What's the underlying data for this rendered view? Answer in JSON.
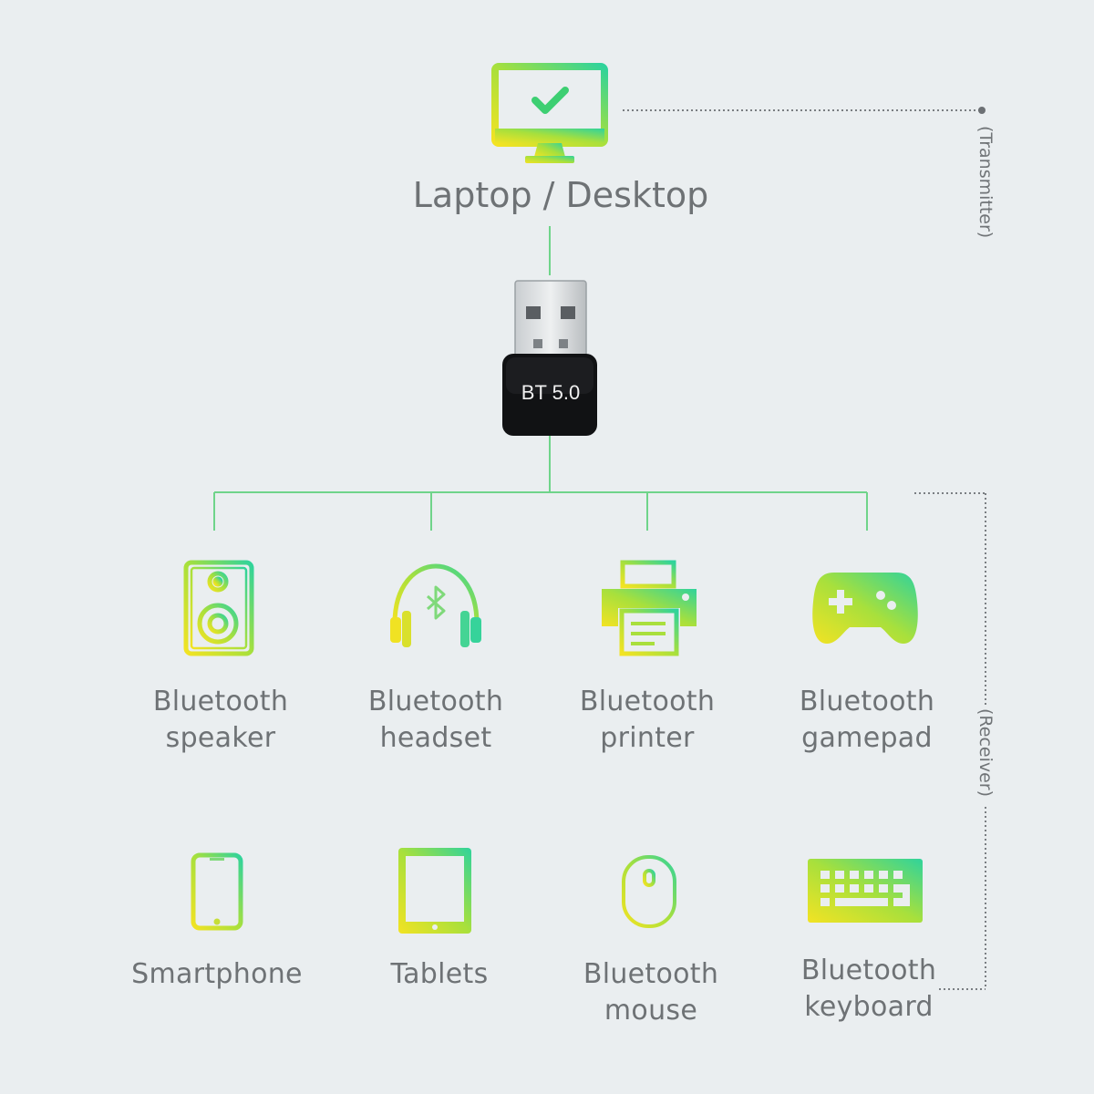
{
  "source": {
    "label": "Laptop / Desktop",
    "icon": "monitor-check-icon"
  },
  "adapter": {
    "label": "BT 5.0",
    "icon": "usb-dongle-icon"
  },
  "roles": {
    "transmitter": "(Transmitter)",
    "receiver": "(Receiver)"
  },
  "devices": [
    {
      "line1": "Bluetooth",
      "line2": "speaker",
      "icon": "speaker-icon"
    },
    {
      "line1": "Bluetooth",
      "line2": "headset",
      "icon": "headset-icon"
    },
    {
      "line1": "Bluetooth",
      "line2": "printer",
      "icon": "printer-icon"
    },
    {
      "line1": "Bluetooth",
      "line2": "gamepad",
      "icon": "gamepad-icon"
    },
    {
      "line1": "Smartphone",
      "line2": "",
      "icon": "smartphone-icon"
    },
    {
      "line1": "Tablets",
      "line2": "",
      "icon": "tablet-icon"
    },
    {
      "line1": "Bluetooth",
      "line2": "mouse",
      "icon": "mouse-icon"
    },
    {
      "line1": "Bluetooth",
      "line2": "keyboard",
      "icon": "keyboard-icon"
    }
  ],
  "colors": {
    "line": "#6fd48a",
    "gradient_start": "#f1e424",
    "gradient_end": "#36d39a",
    "dotted": "#7a7e82"
  }
}
